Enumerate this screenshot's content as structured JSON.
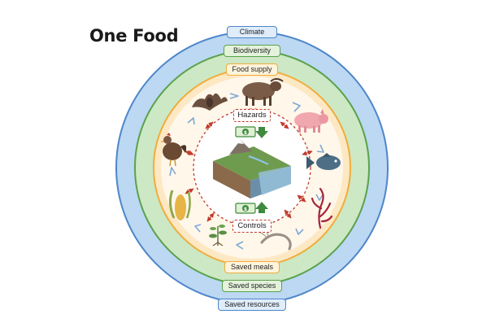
{
  "title": "One Food",
  "layers": {
    "outer": {
      "top_label": "Climate",
      "bottom_label": "Saved resources",
      "color": "#bcd8f3",
      "stroke": "#4e86c9"
    },
    "middle": {
      "top_label": "Biodiversity",
      "bottom_label": "Saved species",
      "color": "#cde8c4",
      "stroke": "#5aa24b"
    },
    "inner": {
      "top_label": "Food supply",
      "bottom_label": "Saved meals",
      "color": "#fde8c4",
      "stroke": "#f0ad3c"
    }
  },
  "core": {
    "hazards_label": "Hazards",
    "controls_label": "Controls",
    "accent_color": "#c0392b"
  },
  "food_sources": [
    {
      "name": "buffalo-icon"
    },
    {
      "name": "pig-icon"
    },
    {
      "name": "fish-icon"
    },
    {
      "name": "seaweed-icon"
    },
    {
      "name": "shrimp-icon"
    },
    {
      "name": "herb-plant-icon"
    },
    {
      "name": "corn-icon"
    },
    {
      "name": "chicken-icon"
    },
    {
      "name": "bat-icon"
    }
  ]
}
